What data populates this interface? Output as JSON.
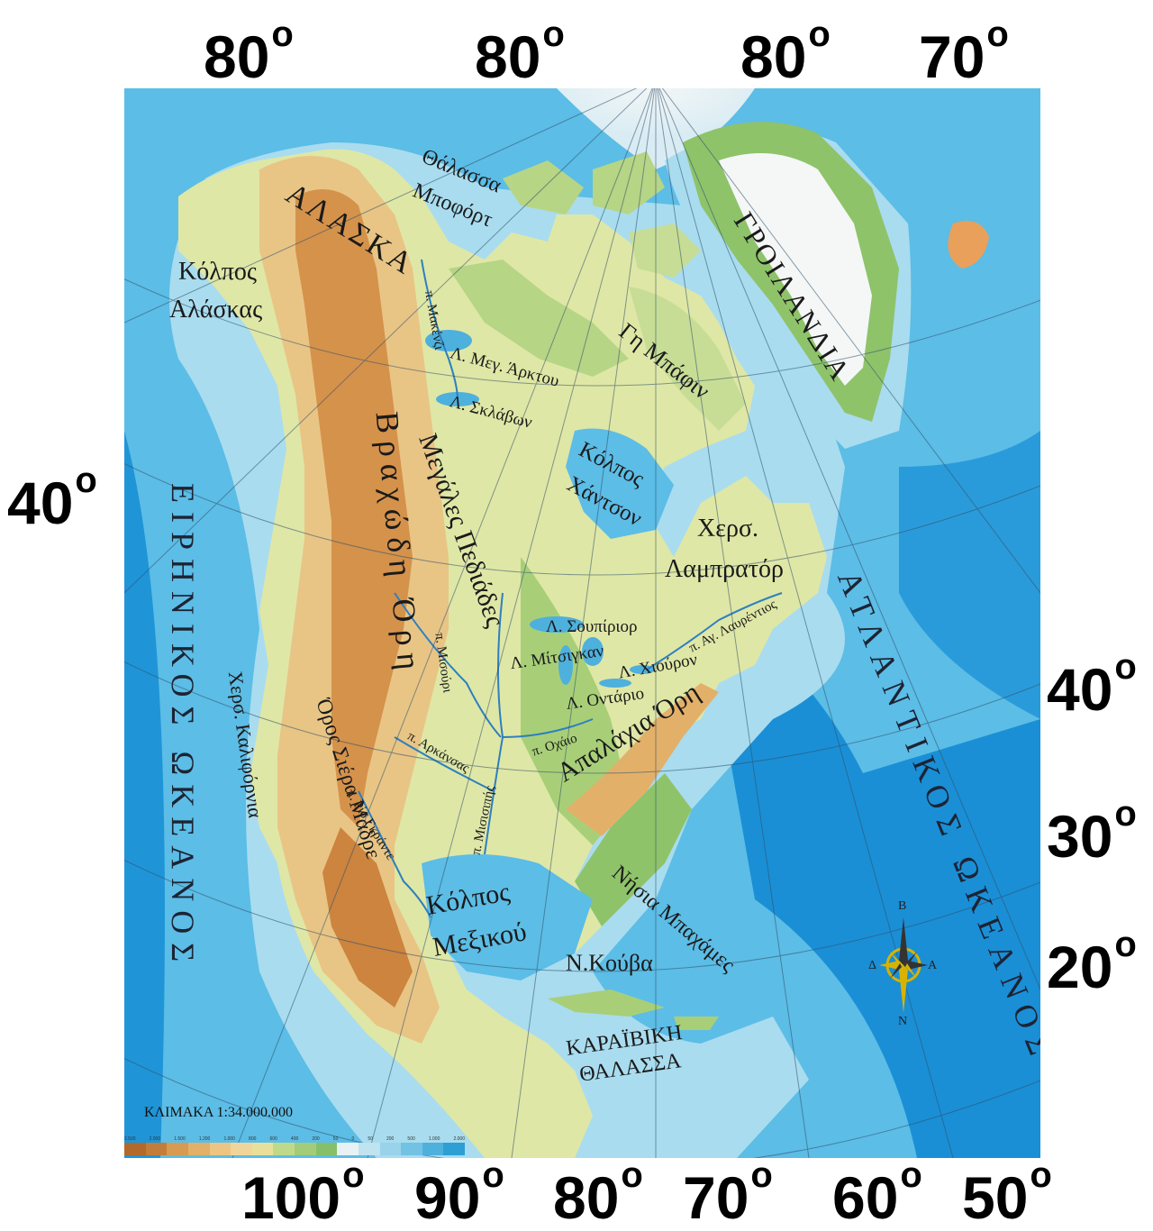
{
  "top_degrees": [
    "80",
    "80",
    "80",
    "70"
  ],
  "left_degrees": [
    "40"
  ],
  "right_degrees": [
    "40",
    "30",
    "20"
  ],
  "bottom_degrees": [
    "100",
    "90",
    "80",
    "70",
    "60",
    "50"
  ],
  "degree_symbol": "o",
  "labels": {
    "alaska": "ΑΛΑΣΚΑ",
    "greenland": "ΓΡΟΙΛΑΝΔΙΑ",
    "beaufort_1": "Θάλασσα",
    "beaufort_2": "Μποφόρτ",
    "gulf_alaska_1": "Κόλπος",
    "gulf_alaska_2": "Αλάσκας",
    "pacific": "ΕΙΡΗΝΙΚΟΣ ΩΚΕΑΝΟΣ",
    "atlantic": "ΑΤΛΑΝΤΙΚΟΣ ΩΚΕΑΝΟΣ",
    "rocky": "Βραχώδη Όρη",
    "plains": "Μεγάλες Πεδιάδες",
    "baffin": "Γη Μπάφιν",
    "hudson_1": "Κόλπος",
    "hudson_2": "Χάντσον",
    "labrador_1": "Χερσ.",
    "labrador_2": "Λαμπρατόρ",
    "great_bear": "Λ. Μεγ. Άρκτου",
    "great_slave": "Λ. Σκλάβων",
    "mackenzie": "π. Μακένζι",
    "superior": "Λ. Σουπίριορ",
    "huron": "Λ. Χιούρον",
    "michigan": "Λ. Μίτσιγκαν",
    "ontario": "Λ. Οντάριο",
    "st_lawrence": "π. Αγ. Λαυρέντιος",
    "appalachian": "Απαλάχια Όρη",
    "missouri": "π. Μισούρι",
    "arkansas": "π. Αρκάνσας",
    "mississippi": "π. Μισισιπής",
    "ohio": "π. Οχάιο",
    "california": "Χερσ. Καλιφόρνια",
    "sierra_madre": "Όρος Σιέρα Μάδρε",
    "rio_grande": "π. Ρίο Γκράντε",
    "gulf_mexico_1": "Κόλπος",
    "gulf_mexico_2": "Μεξικού",
    "bahamas": "Νήσια Μπαχάμες",
    "cuba": "Ν.Κούβα",
    "caribbean_1": "ΚΑΡΑΪΒΙΚΗ",
    "caribbean_2": "ΘΑΛΑΣΣΑ"
  },
  "scale": {
    "text": "ΚΛΙΜΑΚΑ 1:34.000.000",
    "ticks": [
      "2.500",
      "2.000",
      "1.500",
      "1.200",
      "1.000",
      "800",
      "600",
      "400",
      "200",
      "50",
      "0",
      "50",
      "200",
      "500",
      "1.000",
      "2.000"
    ],
    "colors": [
      "#b26a2c",
      "#c37d3a",
      "#d69a50",
      "#e3b06a",
      "#ecc584",
      "#f0d59b",
      "#e8e09a",
      "#bfd98a",
      "#a3cc7a",
      "#85bf6a",
      "#e8f2f5",
      "#bfe3ef",
      "#98d3ea",
      "#72c2e3",
      "#4eb0dc",
      "#2d9fd5"
    ]
  },
  "compass": {
    "north": "Β",
    "south": "Ν",
    "east": "Α",
    "west": "Δ"
  },
  "colors": {
    "deep_ocean": "#1a8fd6",
    "ocean": "#5cbde6",
    "shelf": "#a9dcef",
    "lowland": "#a8cf78",
    "plain": "#dfe7a6",
    "upland": "#e8c585",
    "mountain": "#d5924b",
    "ice": "#f4f7f6"
  }
}
